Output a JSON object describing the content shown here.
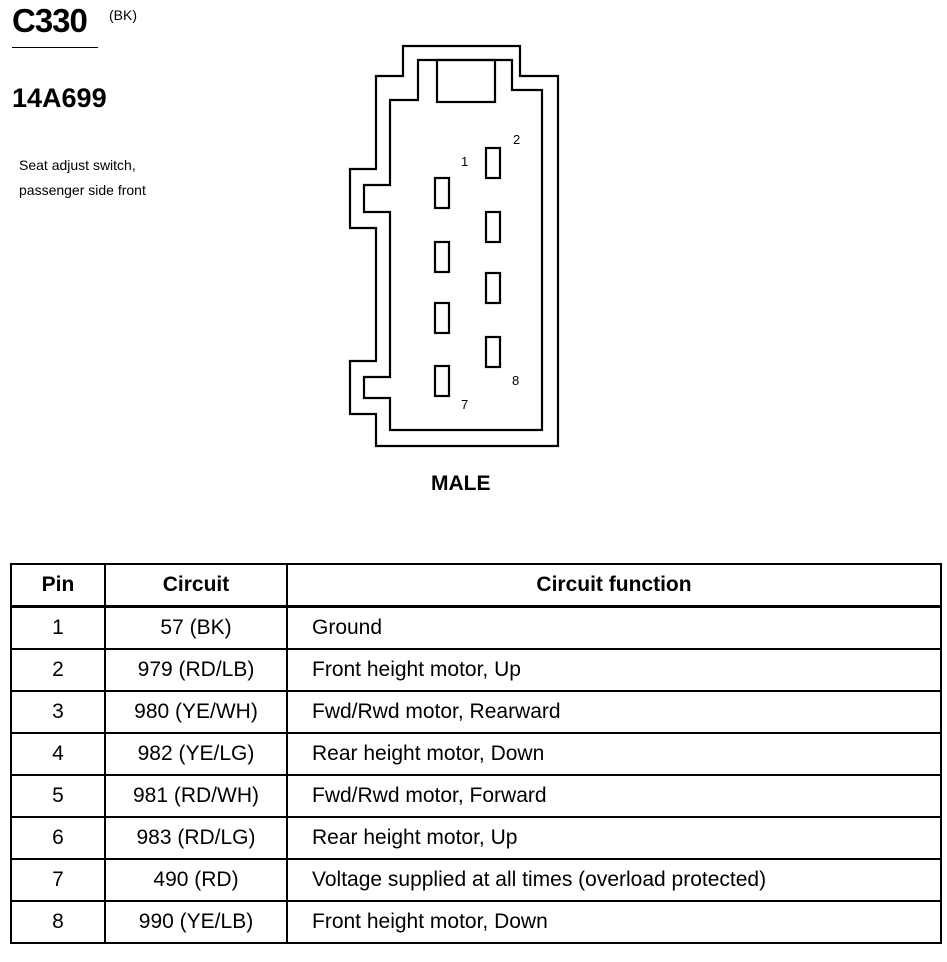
{
  "header": {
    "connector_id": "C330",
    "connector_color": "(BK)",
    "part_number": "14A699",
    "description_line1": "Seat adjust switch,",
    "description_line2": "passenger side front"
  },
  "diagram": {
    "gender_label": "MALE",
    "pin_labels": [
      "1",
      "2",
      "7",
      "8"
    ]
  },
  "table": {
    "headers": [
      "Pin",
      "Circuit",
      "Circuit function"
    ],
    "rows": [
      {
        "pin": "1",
        "circuit": "57 (BK)",
        "function": "Ground"
      },
      {
        "pin": "2",
        "circuit": "979 (RD/LB)",
        "function": "Front height motor, Up"
      },
      {
        "pin": "3",
        "circuit": "980 (YE/WH)",
        "function": "Fwd/Rwd motor, Rearward"
      },
      {
        "pin": "4",
        "circuit": "982 (YE/LG)",
        "function": "Rear height motor, Down"
      },
      {
        "pin": "5",
        "circuit": "981 (RD/WH)",
        "function": "Fwd/Rwd motor, Forward"
      },
      {
        "pin": "6",
        "circuit": "983 (RD/LG)",
        "function": "Rear height motor, Up"
      },
      {
        "pin": "7",
        "circuit": "490 (RD)",
        "function": "Voltage supplied at all times (overload protected)"
      },
      {
        "pin": "8",
        "circuit": "990 (YE/LB)",
        "function": "Front height motor, Down"
      }
    ]
  }
}
